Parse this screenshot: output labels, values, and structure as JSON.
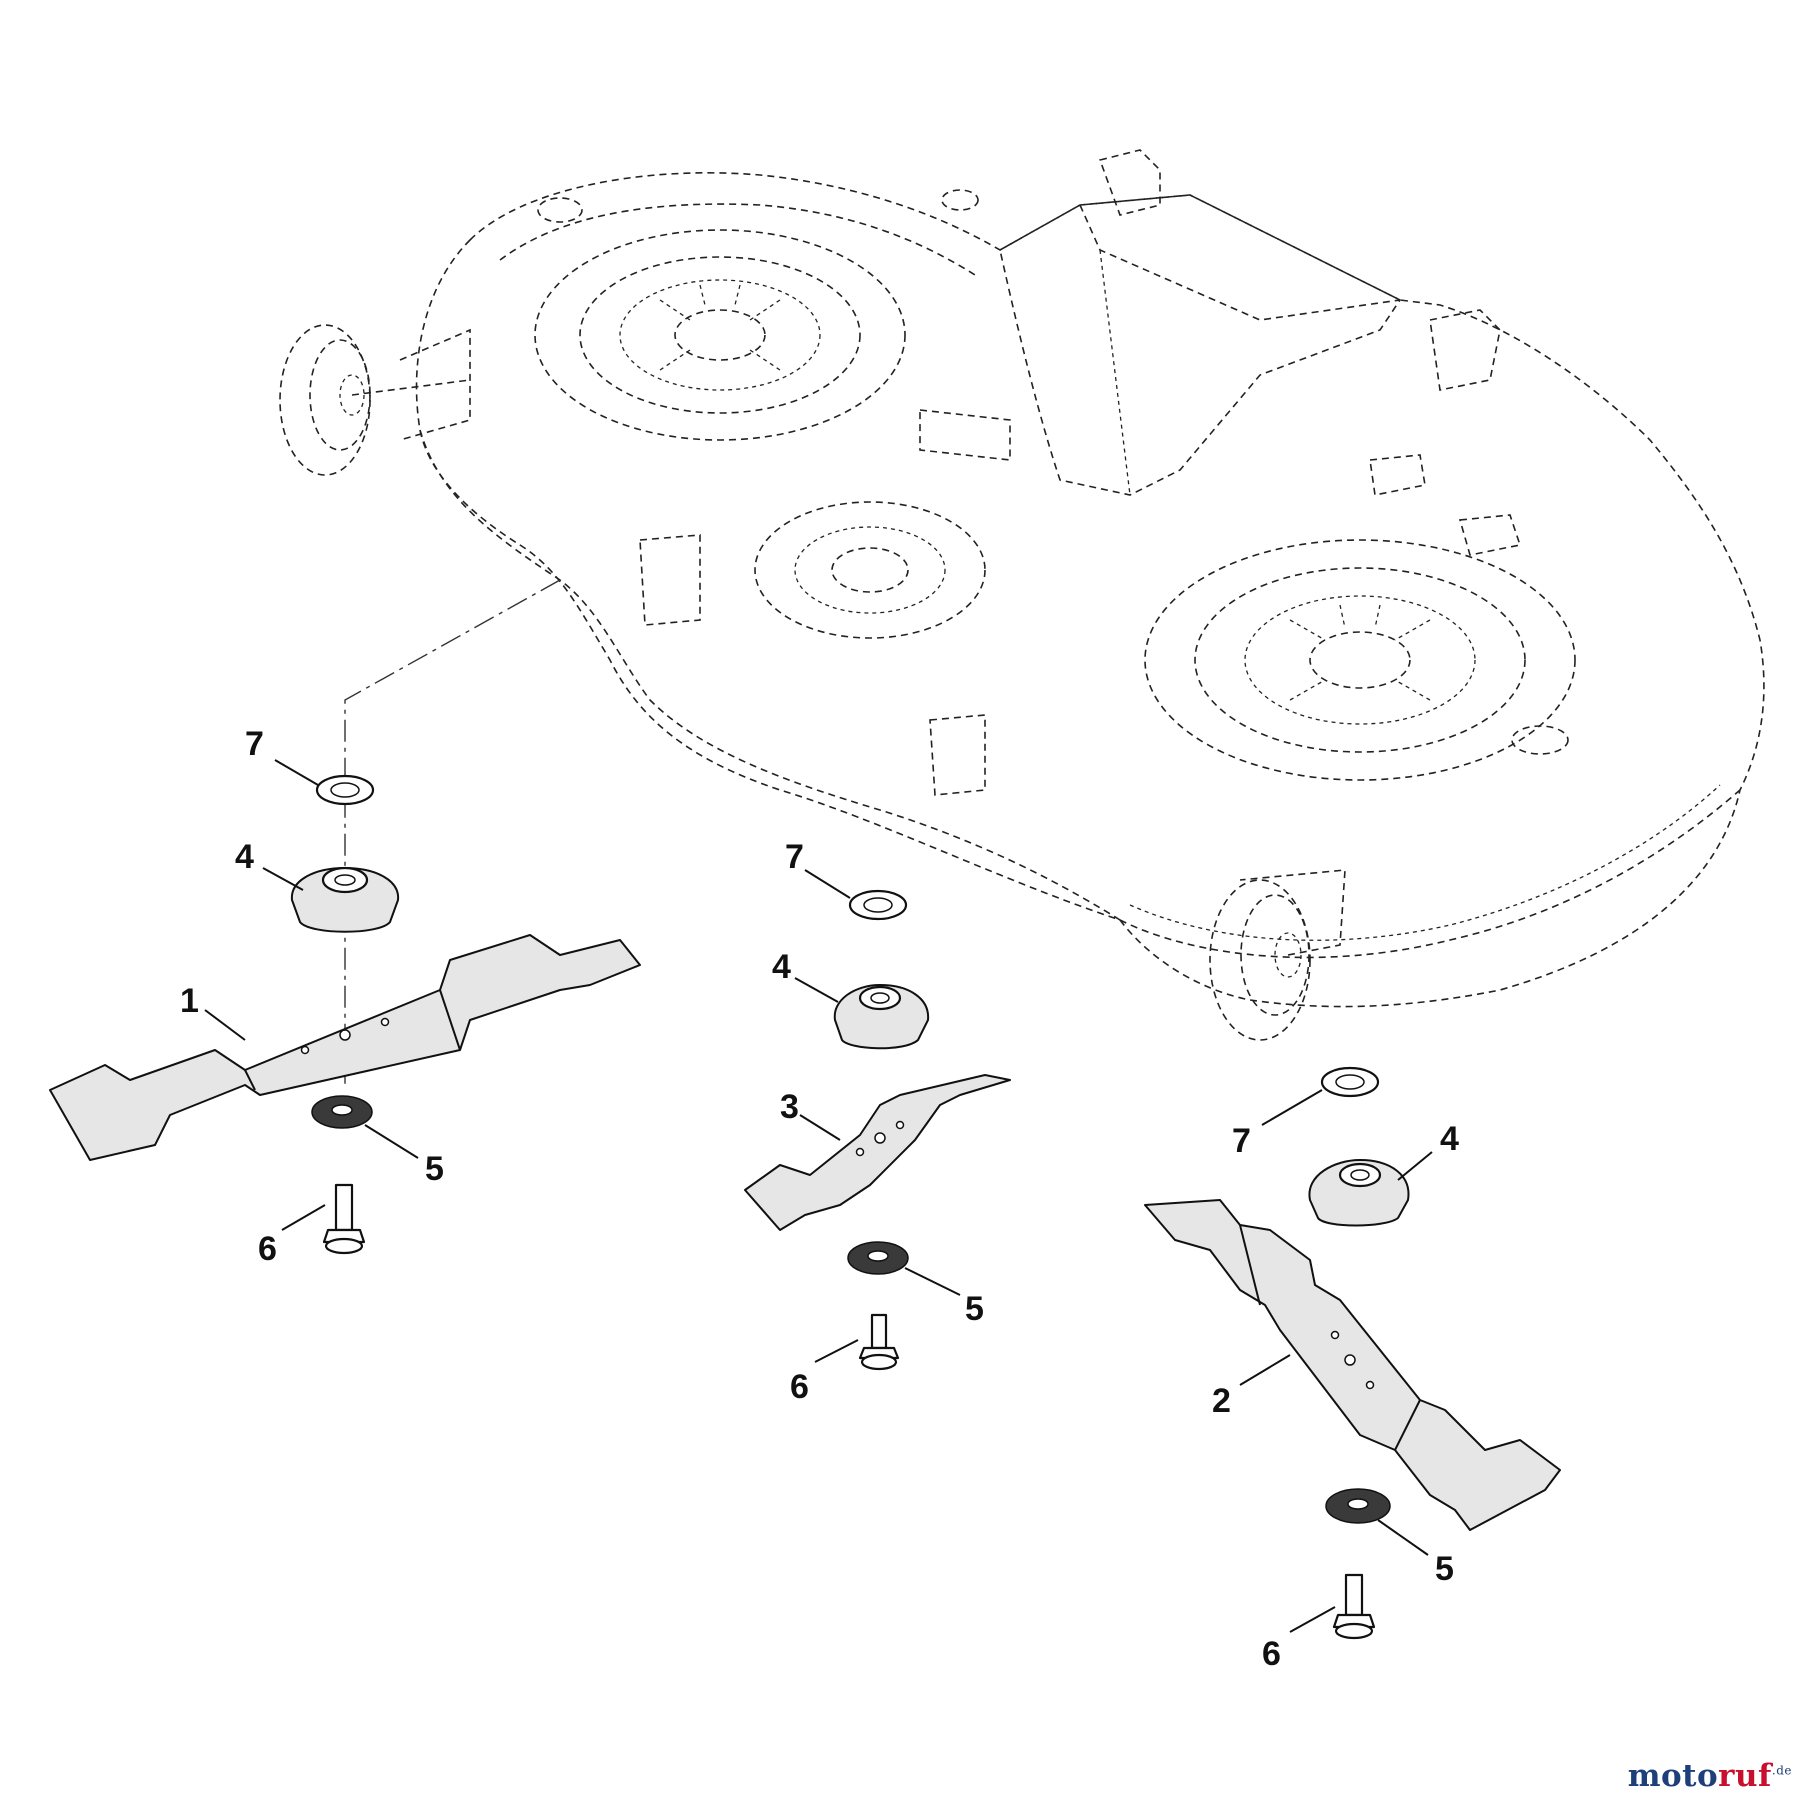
{
  "callouts": {
    "left_7": "7",
    "left_4": "4",
    "left_1": "1",
    "left_5": "5",
    "left_6": "6",
    "mid_7": "7",
    "mid_4": "4",
    "mid_3": "3",
    "mid_5": "5",
    "mid_6": "6",
    "right_7": "7",
    "right_4": "4",
    "right_2": "2",
    "right_5": "5",
    "right_6": "6"
  },
  "watermark": {
    "main": "motoruf",
    "suffix": ".de",
    "colors": {
      "m": "#1f3f7a",
      "oto": "#1f3f7a",
      "ruf": "#c8102e"
    }
  },
  "colors": {
    "line": "#111111",
    "background": "#ffffff"
  }
}
